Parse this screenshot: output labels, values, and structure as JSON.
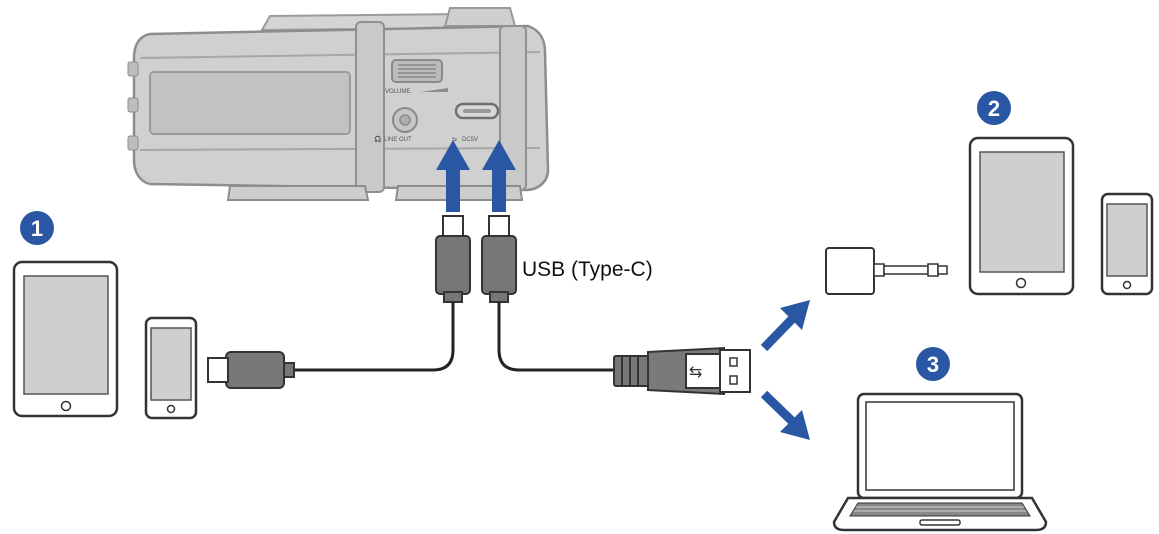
{
  "diagram": {
    "cable_label": "USB (Type-C)",
    "recorder": {
      "volume_label": "VOLUME",
      "output_label": "LINE OUT",
      "usb_label": "DC5V"
    },
    "badges": [
      "1",
      "2",
      "3"
    ]
  },
  "colors": {
    "arrow_blue": "#2a57a4",
    "badge_blue": "#2a57a4",
    "device_gray": "#c8c8c8",
    "screen_gray": "#cfcfcf",
    "connector_gray": "#777777",
    "cable_black": "#222222"
  }
}
